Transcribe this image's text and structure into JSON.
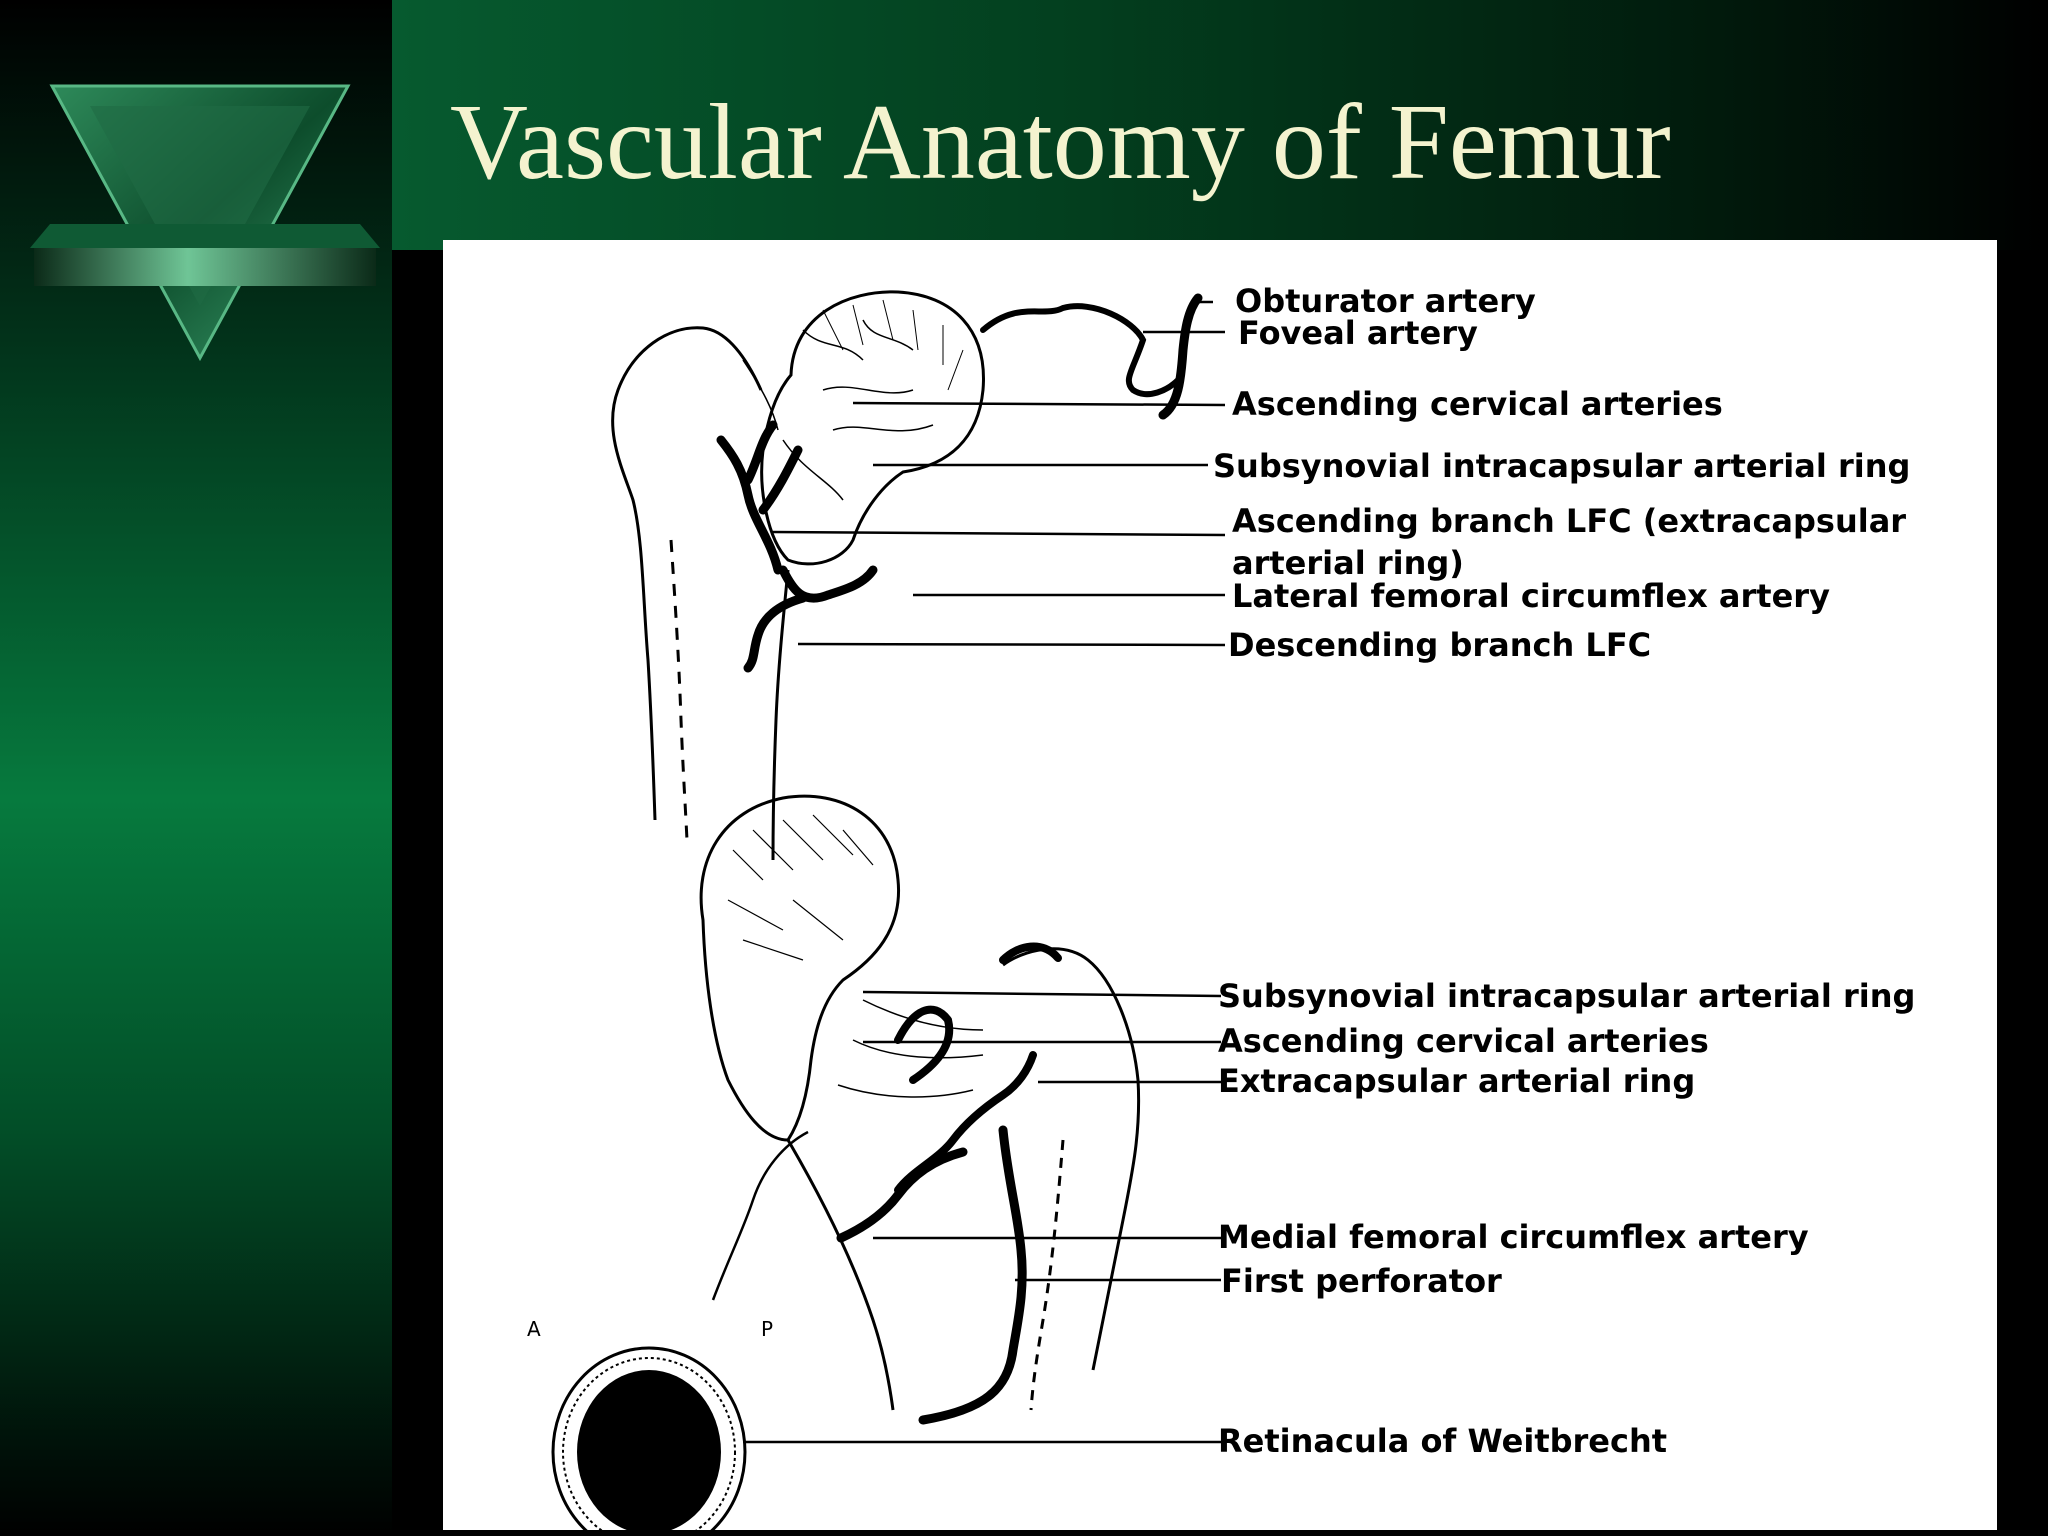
{
  "slide": {
    "title": "Vascular Anatomy of  Femur",
    "icon": "marble-triangle-emblem",
    "colors": {
      "title": "#f4f3cf",
      "panel_green": "#067a3e",
      "figure_bg": "#ffffff"
    }
  },
  "diagram": {
    "top_labels": [
      "Obturator artery",
      "Foveal artery",
      "Ascending cervical arteries",
      "Subsynovial intracapsular arterial ring",
      "Ascending branch LFC (extracapsular",
      "arterial ring)",
      "Lateral femoral circumflex artery",
      "Descending branch LFC"
    ],
    "bottom_labels": [
      "Subsynovial intracapsular arterial ring",
      "Ascending cervical arteries",
      "Extracapsular arterial ring",
      "Medial femoral circumflex artery",
      "First perforator",
      "Retinacula of Weitbrecht"
    ],
    "cross_section_markers": [
      "A",
      "P"
    ]
  }
}
